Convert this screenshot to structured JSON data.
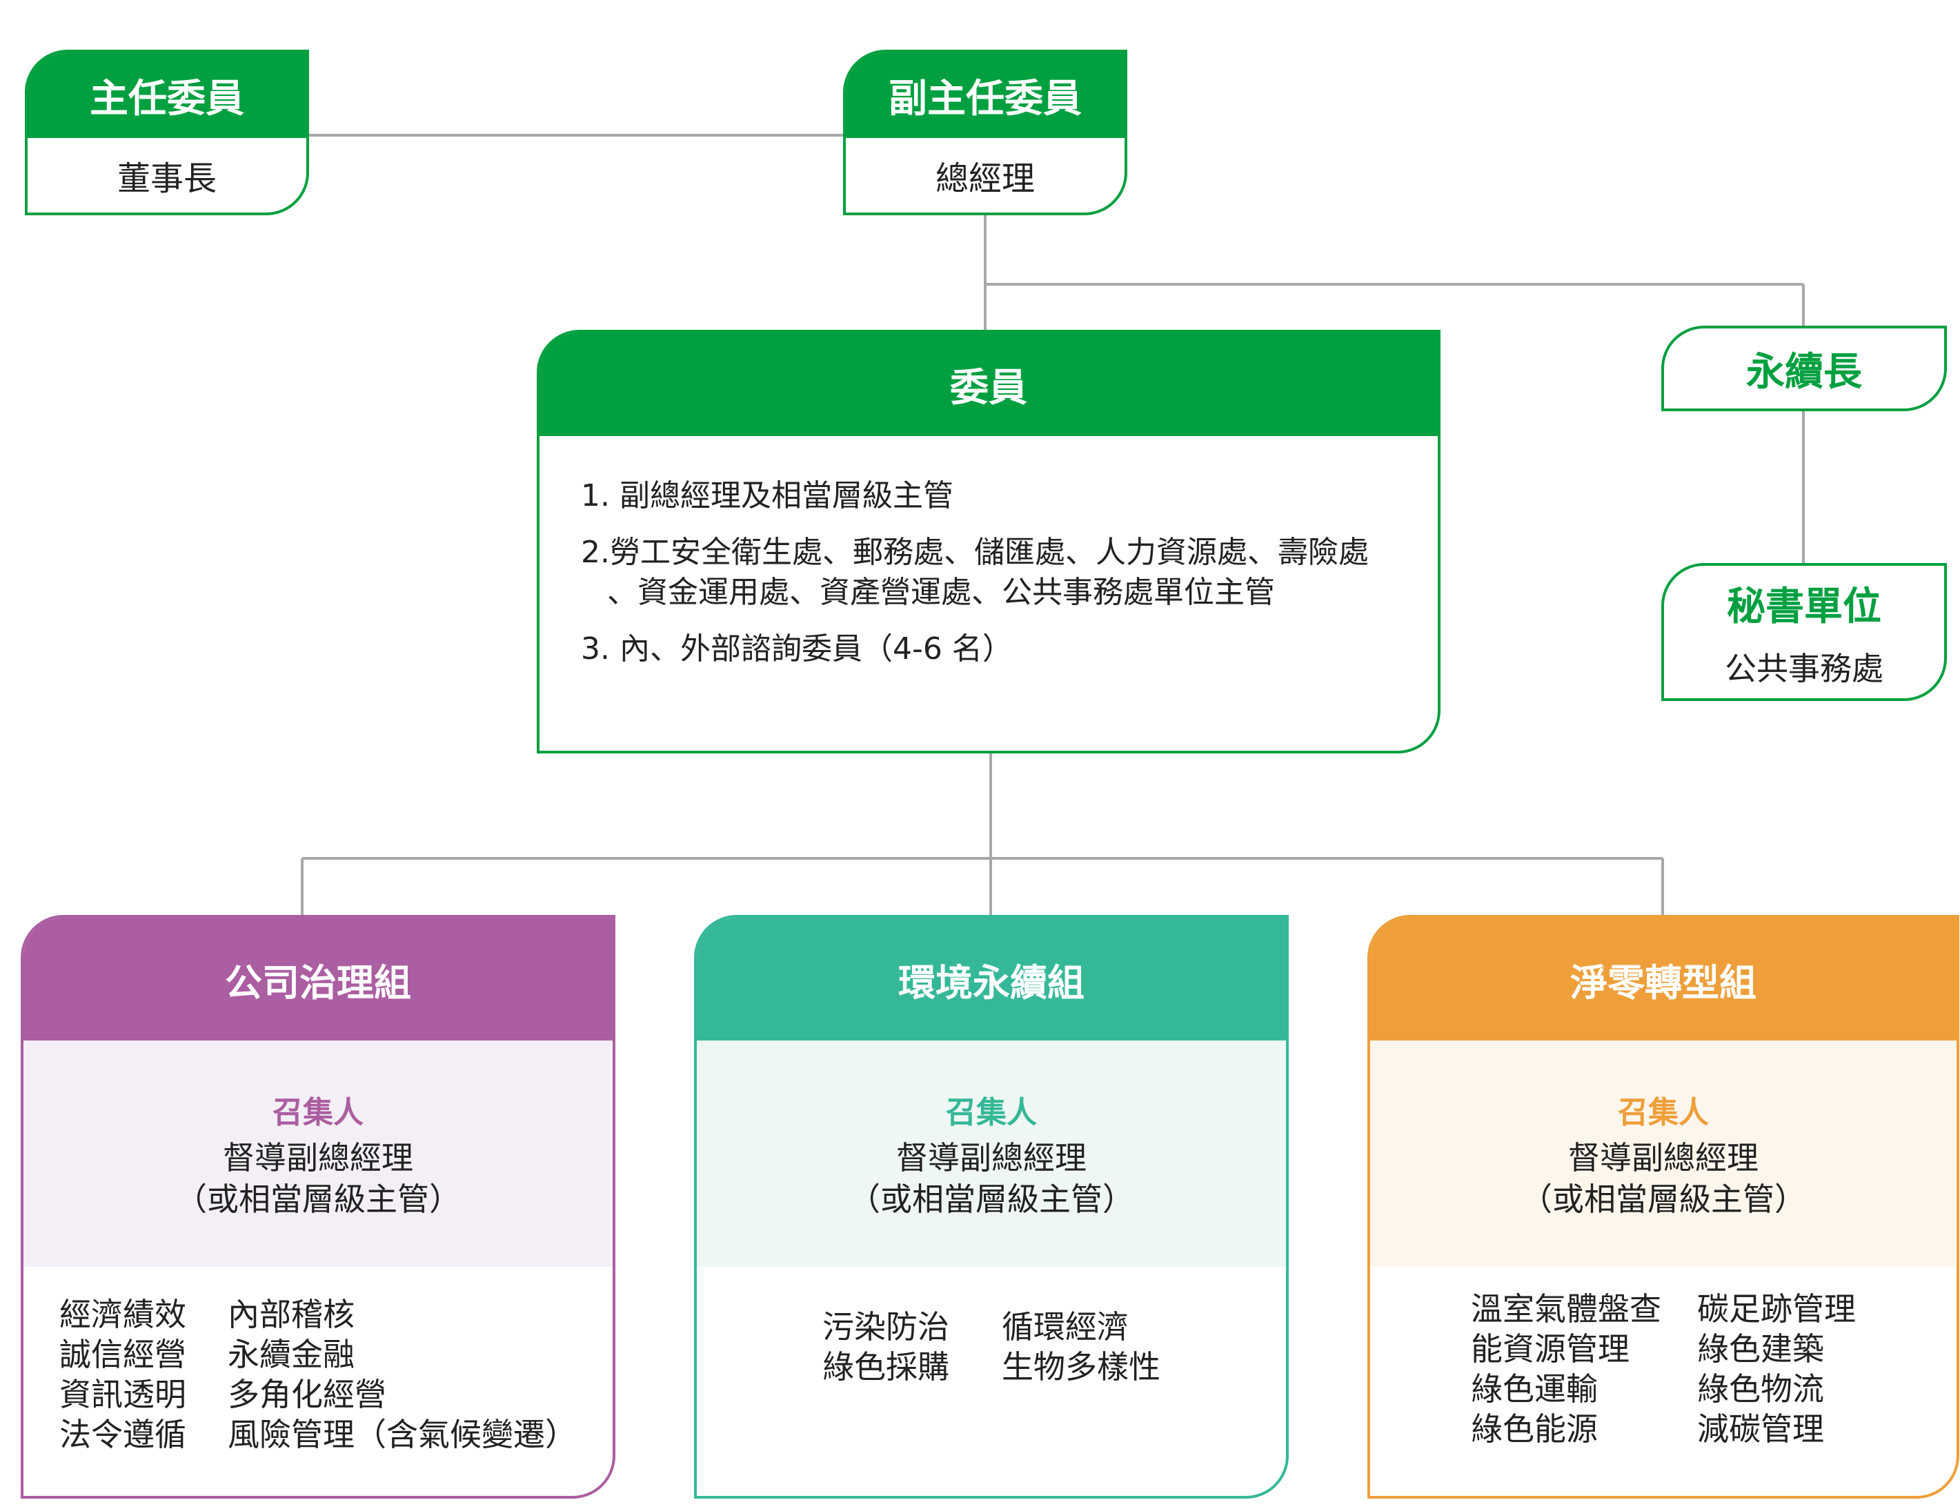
{
  "colors": {
    "primary_green": "#00a040",
    "governance_purple": "#ab5ea1",
    "environment_teal": "#35b898",
    "netzero_orange": "#ee9f3a",
    "connector_gray": "#a8a8a8"
  },
  "chairperson": {
    "title": "主任委員",
    "role": "董事長"
  },
  "vice_chairperson": {
    "title": "副主任委員",
    "role": "總經理"
  },
  "members": {
    "title": "委員",
    "item1": "1. 副總經理及相當層級主管",
    "item2_line1": "2.勞工安全衛生處、郵務處、儲匯處、人力資源處、壽險處",
    "item2_line2": "、資金運用處、資產營運處、公共事務處單位主管",
    "item3": "3. 內、外部諮詢委員（4-6 名）"
  },
  "chief_sustainability_officer": {
    "title": "永續長"
  },
  "secretariat": {
    "title": "秘書單位",
    "unit": "公共事務處"
  },
  "groups": {
    "governance": {
      "title": "公司治理組",
      "convener_label": "召集人",
      "convener_line1": "督導副總經理",
      "convener_line2": "（或相當層級主管）",
      "tasks_left": [
        "經濟績效",
        "誠信經營",
        "資訊透明",
        "法令遵循"
      ],
      "tasks_right": [
        "內部稽核",
        "永續金融",
        "多角化經營",
        "風險管理（含氣候變遷）"
      ]
    },
    "environment": {
      "title": "環境永續組",
      "convener_label": "召集人",
      "convener_line1": "督導副總經理",
      "convener_line2": "（或相當層級主管）",
      "tasks_left": [
        "污染防治",
        "綠色採購"
      ],
      "tasks_right": [
        "循環經濟",
        "生物多樣性"
      ]
    },
    "netzero": {
      "title": "淨零轉型組",
      "convener_label": "召集人",
      "convener_line1": "督導副總經理",
      "convener_line2": "（或相當層級主管）",
      "tasks_left": [
        "溫室氣體盤查",
        "能資源管理",
        "綠色運輸",
        "綠色能源"
      ],
      "tasks_right": [
        "碳足跡管理",
        "綠色建築",
        "綠色物流",
        "減碳管理"
      ]
    }
  }
}
